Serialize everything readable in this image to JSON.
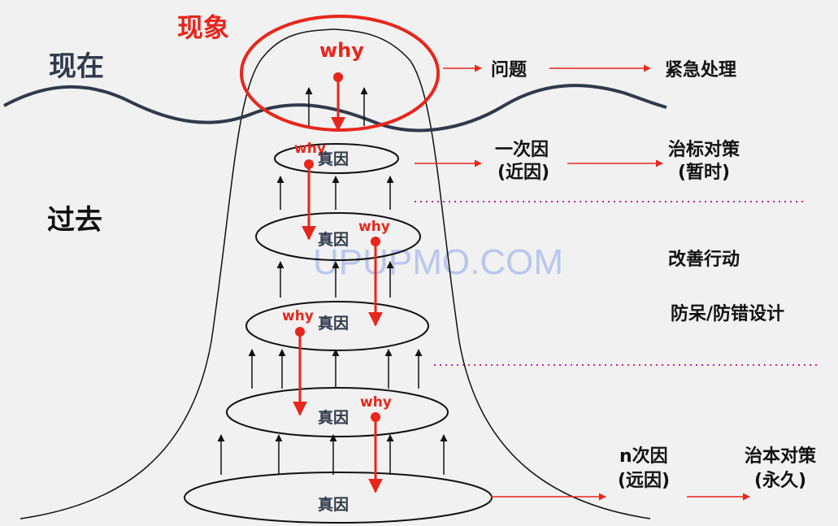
{
  "labels": {
    "phenomenon": "现象",
    "present": "现在",
    "past": "过去",
    "problem": "问题",
    "emergency": "紧急处理",
    "first_cause": "一次因",
    "first_cause_sub": "(近因)",
    "symptom_fix": "治标对策",
    "symptom_fix_sub": "(暂时)",
    "improve": "改善行动",
    "poka_yoke": "防呆/防错设计",
    "nth_cause": "n次因",
    "nth_cause_sub": "(远因)",
    "root_fix": "治本对策",
    "root_fix_sub": "(永久)",
    "why": "why",
    "true_cause": "真因",
    "watermark": "UPUPMO.COM"
  },
  "colors": {
    "background": "#f1f1f1",
    "accent_red": "#e8261c",
    "dark_text": "#2f3a4c",
    "wave": "#2f3a4c",
    "watermark": "#b9c6ee",
    "dotted": "#c0268c"
  }
}
